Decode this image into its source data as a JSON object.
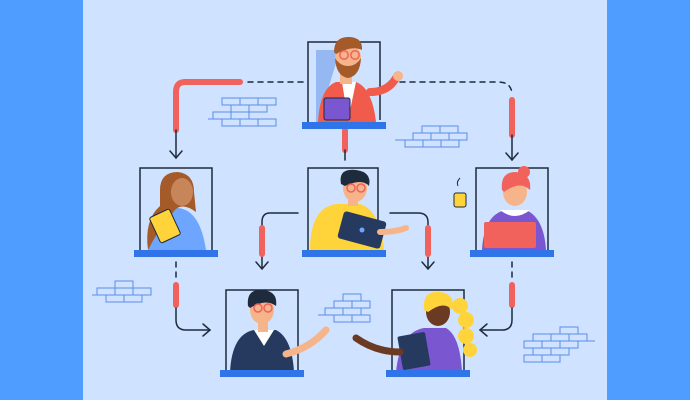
{
  "diagram": {
    "type": "org-chart",
    "colors": {
      "background_outer": "#4f9dff",
      "background_panel": "#cfe2ff",
      "connector_red": "#f0625b",
      "connector_dark": "#1e2b3c",
      "window_sill": "#2f74e8",
      "brick_outline": "#5b8ee8"
    },
    "nodes": [
      {
        "id": "top",
        "role": "manager",
        "shirt": "#f15b4b",
        "hair": "#a55a2a",
        "accessory": "document-folder"
      },
      {
        "id": "mid-left",
        "role": "team-member",
        "shirt": "#6ea6ff",
        "hair": "#a55a2a",
        "accessory": "yellow-notepad"
      },
      {
        "id": "mid-center",
        "role": "team-member",
        "shirt": "#ffd43b",
        "hair": "#1e2b3c",
        "accessory": "laptop"
      },
      {
        "id": "mid-right",
        "role": "team-member",
        "shirt": "#ffffff",
        "hair": "#f0625b",
        "accessory": "coffee-mug-and-laptop"
      },
      {
        "id": "bottom-left",
        "role": "team-member",
        "shirt": "#253a5e",
        "hair": "#1e2b3c",
        "accessory": "none"
      },
      {
        "id": "bottom-right",
        "role": "team-member",
        "shirt": "#7a57d1",
        "hair": "#ffd43b",
        "accessory": "notebook"
      }
    ],
    "edges": [
      {
        "from": "top",
        "to": "mid-left",
        "style": "red-line-dashed"
      },
      {
        "from": "top",
        "to": "mid-center",
        "style": "red-line"
      },
      {
        "from": "top",
        "to": "mid-right",
        "style": "dashed-red-line"
      },
      {
        "from": "mid-center",
        "to": "bottom-left",
        "style": "red-line"
      },
      {
        "from": "mid-center",
        "to": "bottom-right",
        "style": "red-line"
      },
      {
        "from": "mid-left",
        "to": "bottom-left",
        "style": "dashed-red-line"
      },
      {
        "from": "mid-right",
        "to": "bottom-right",
        "style": "dashed-red-line"
      }
    ]
  }
}
